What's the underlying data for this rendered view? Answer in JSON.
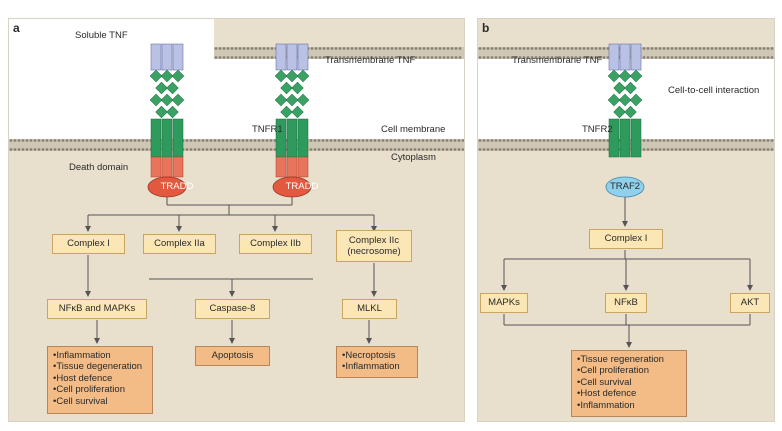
{
  "panels": {
    "a": {
      "letter": "a"
    },
    "b": {
      "letter": "b"
    }
  },
  "colors": {
    "ligand": "#b9c1e4",
    "ligand_stroke": "#6b74a8",
    "diamond": "#3aa064",
    "receptor": "#2e9a5c",
    "death_domain": "#e8745c",
    "adaptor_tradd": "#e2593f",
    "adaptor_traf2": "#8fd0ec",
    "membrane": "#cfc7b5",
    "cytoplasm": "#e8dfcd",
    "box": "#fbe7b5",
    "output_box": "#f3bc87"
  },
  "panel_a": {
    "labels": {
      "soluble_tnf": "Soluble TNF",
      "transmembrane_tnf": "Transmembrane TNF",
      "tnfr1": "TNFR1",
      "cell_membrane": "Cell membrane",
      "cytoplasm": "Cytoplasm",
      "death_domain": "Death domain",
      "tradd_left": "TRADD",
      "tradd_right": "TRADD"
    },
    "boxes": {
      "complex_i": "Complex I",
      "complex_iia": "Complex IIa",
      "complex_iib": "Complex IIb",
      "complex_iic": "Complex IIc (necrosome)",
      "nfkb_mapks": "NFκB and MAPKs",
      "caspase8": "Caspase-8",
      "mlkl": "MLKL",
      "apoptosis": "Apoptosis"
    },
    "outcomes_left": [
      "Inflammation",
      "Tissue degeneration",
      "Host defence",
      "Cell proliferation",
      "Cell survival"
    ],
    "outcomes_right": [
      "Necroptosis",
      "Inflammation"
    ]
  },
  "panel_b": {
    "labels": {
      "transmembrane_tnf": "Transmembrane TNF",
      "cell_to_cell": "Cell-to-cell interaction",
      "tnfr2": "TNFR2",
      "traf2": "TRAF2"
    },
    "boxes": {
      "complex_i": "Complex I",
      "mapks": "MAPKs",
      "nfkb": "NFκB",
      "akt": "AKT"
    },
    "outcomes": [
      "Tissue regeneration",
      "Cell proliferation",
      "Cell survival",
      "Host defence",
      "Inflammation"
    ]
  }
}
